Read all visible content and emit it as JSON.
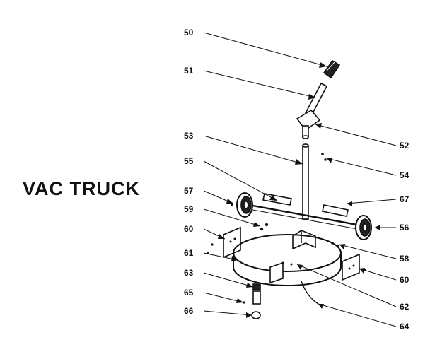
{
  "diagram": {
    "title": "VAC TRUCK",
    "callouts": [
      {
        "id": "c50",
        "label": "50"
      },
      {
        "id": "c51",
        "label": "51"
      },
      {
        "id": "c52",
        "label": "52"
      },
      {
        "id": "c53",
        "label": "53"
      },
      {
        "id": "c54",
        "label": "54"
      },
      {
        "id": "c55",
        "label": "55"
      },
      {
        "id": "c56",
        "label": "56"
      },
      {
        "id": "c57",
        "label": "57"
      },
      {
        "id": "c58",
        "label": "58"
      },
      {
        "id": "c59",
        "label": "59"
      },
      {
        "id": "c60a",
        "label": "60"
      },
      {
        "id": "c60b",
        "label": "60"
      },
      {
        "id": "c61",
        "label": "61"
      },
      {
        "id": "c62",
        "label": "62"
      },
      {
        "id": "c63",
        "label": "63"
      },
      {
        "id": "c64",
        "label": "64"
      },
      {
        "id": "c65",
        "label": "65"
      },
      {
        "id": "c66",
        "label": "66"
      },
      {
        "id": "c67",
        "label": "67"
      }
    ]
  }
}
